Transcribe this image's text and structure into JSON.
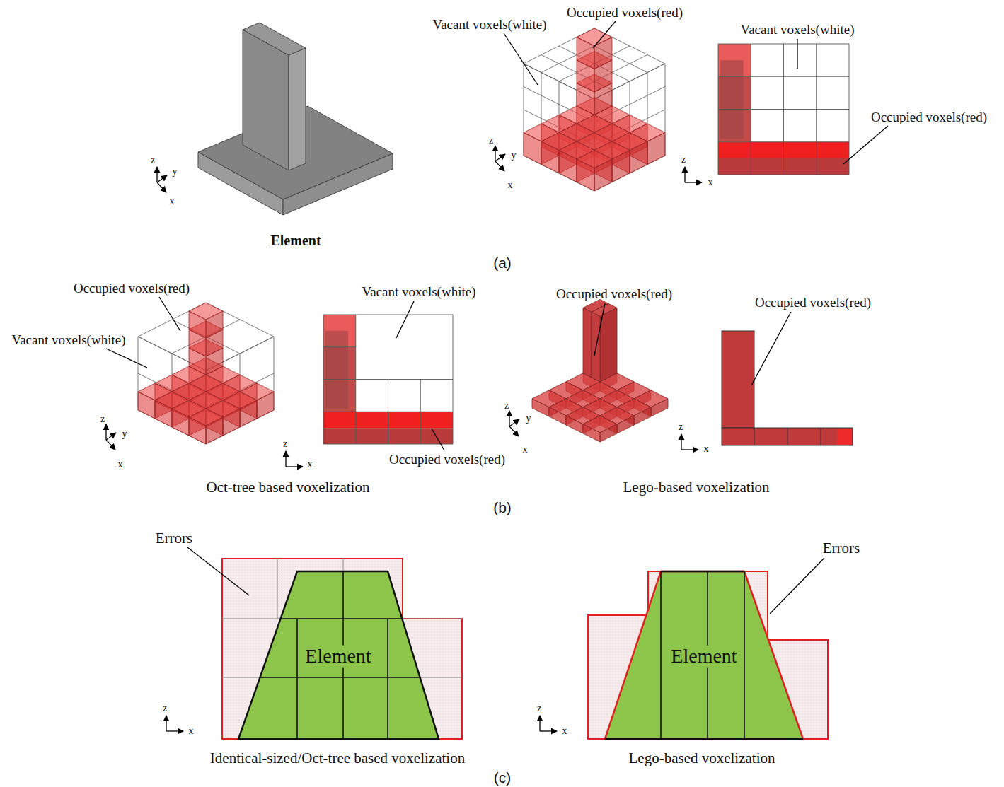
{
  "diagram": {
    "nodes": [
      {
        "text": [
          "Element"
        ]
      },
      {
        "text": [
          "Element"
        ]
      },
      {
        "text": [
          "Element"
        ]
      }
    ],
    "labels": [
      "Vacant voxels(white)",
      "Occupied voxels(red)",
      "Vacant voxels(white)",
      "Occupied voxels(red)",
      "(a)",
      "Occupied voxels(red)",
      "Vacant voxels(white)",
      "Vacant voxels(white)",
      "Occupied voxels(red)",
      "Occupied voxels(red)",
      "Occupied voxels(red)",
      "Oct-tree based voxelization",
      "Lego-based voxelization",
      "(b)",
      "Errors",
      "Errors",
      "Identical-sized/Oct-tree based voxelization",
      "Lego-based voxelization",
      "(c)",
      "z",
      "y",
      "x",
      "z",
      "y",
      "x",
      "z",
      "x",
      "z",
      "y",
      "x",
      "z",
      "x",
      "z",
      "y",
      "x",
      "z",
      "x",
      "z",
      "x",
      "z",
      "x"
    ]
  }
}
